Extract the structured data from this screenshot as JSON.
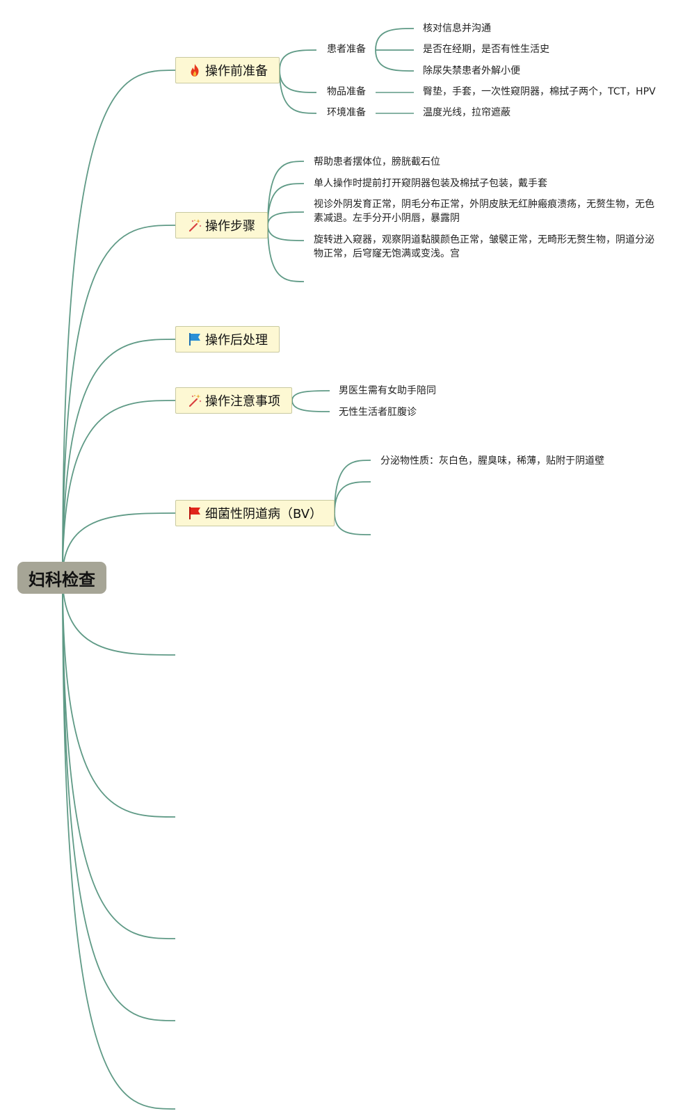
{
  "root": {
    "label": "妇科检查"
  },
  "colors": {
    "line": "#5f9a86",
    "root_bg": "#a6a596",
    "topic_bg": "#fdf8d3",
    "topic_border": "#c8c9a0"
  },
  "topics": [
    {
      "label": "操作前准备",
      "icon": "fire-icon",
      "subs": [
        {
          "label": "患者准备",
          "leaves": [
            "核对信息并沟通",
            "是否在经期，是否有性生活史",
            "除尿失禁患者外解小便"
          ]
        },
        {
          "label": "物品准备",
          "leaves": [
            "臀垫，手套，一次性窥阴器，棉拭子两个，TCT，HPV"
          ]
        },
        {
          "label": "环境准备",
          "leaves": [
            "温度光线，拉帘遮蔽"
          ]
        }
      ]
    },
    {
      "label": "操作步骤",
      "icon": "magic-wand-icon",
      "items": [
        "帮助患者摆体位，膀胱截石位",
        "单人操作时提前打开窥阴器包装及棉拭子包装，戴手套",
        "视诊外阴发育正常，阴毛分布正常，外阴皮肤无红肿瘢痕溃疡，无赘生物，无色素减退。左手分开小阴唇，暴露阴",
        "旋转进入窥器，观察阴道黏膜颜色正常，皱襞正常，无畸形无赘生物，阴道分泌物正常，后穹窿无饱满或变浅。宫"
      ]
    },
    {
      "label": "操作后处理",
      "icon": "blue-flag-icon"
    },
    {
      "label": "操作注意事项",
      "icon": "magic-wand-icon",
      "items": [
        "男医生需有女助手陪同",
        "无性生活者肛腹诊"
      ]
    },
    {
      "label": "细菌性阴道病（BV）",
      "icon": "red-flag-icon",
      "items": [
        "分泌物性质：灰白色，腥臭味，稀薄，贴附于阴道壁"
      ]
    }
  ]
}
